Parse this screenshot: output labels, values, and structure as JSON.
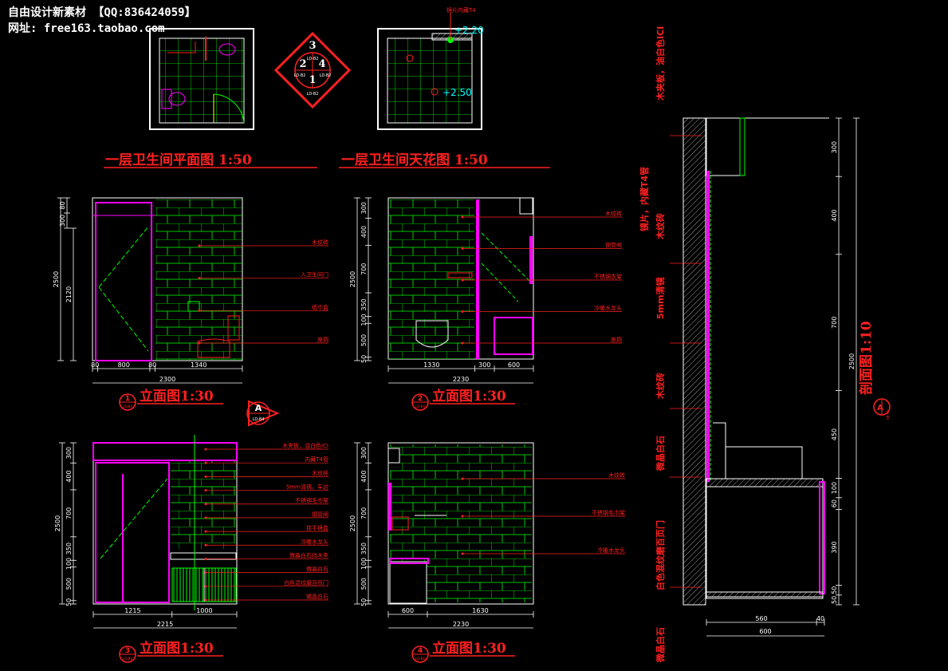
{
  "header": {
    "line1": "自由设计新素材   【QQ:836424059】",
    "line2": "网址: free163.taobao.com"
  },
  "plan": {
    "title": "一层卫生间平面图 1:50",
    "symbol": {
      "top": "3",
      "left": "2",
      "right": "4",
      "bottom": "1",
      "tag": "LD-B2"
    }
  },
  "ceiling": {
    "title": "一层卫生间天花图 1:50",
    "note": "镜片内藏T4",
    "level1": "+2.20",
    "level2": "+2.50"
  },
  "elev1": {
    "num": "1",
    "tag": "LD-B4",
    "title": "立面图1:30",
    "vdims": [
      "80",
      "300",
      "2500",
      "2120"
    ],
    "hdims": [
      "80",
      "800",
      "80",
      "1340"
    ],
    "total": "2300",
    "callouts": [
      "木纹砖",
      "入卫生间门",
      "纸巾盒",
      "座厕"
    ]
  },
  "elev2": {
    "num": "2",
    "tag": "LD-B4",
    "title": "立面图1:30",
    "vdims": [
      "300",
      "400",
      "2500",
      "700",
      "350",
      "100",
      "500",
      "50"
    ],
    "hdims": [
      "1330",
      "300",
      "600"
    ],
    "total": "2230",
    "callouts": [
      "木纹砖",
      "钢管阀",
      "不锈钢衣架",
      "冷暖水龙头",
      "座厕"
    ]
  },
  "elev3": {
    "num": "3",
    "tag": "LD-B4",
    "title": "立面图1:30",
    "section_mark": "A",
    "section_tag": "LD-B4",
    "vdims": [
      "300",
      "400",
      "2500",
      "700",
      "350",
      "100",
      "500",
      "50"
    ],
    "hdims": [
      "1215",
      "1000"
    ],
    "total": "2215",
    "callouts": [
      "木夹板，油白色ICI",
      "内藏T4管",
      "木纹砖",
      "5mm清镜，车边",
      "不锈钢毛巾架",
      "钢管阀",
      "挂手镜盒",
      "冷暖水龙头",
      "微晶白石挡水条",
      "微晶白石",
      "白色混纹磨百页门",
      "微晶白石"
    ]
  },
  "elev4": {
    "num": "4",
    "tag": "LD-B4",
    "title": "立面图1:30",
    "vdims": [
      "300",
      "400",
      "2500",
      "700",
      "350",
      "100",
      "500",
      "50"
    ],
    "hdims": [
      "600",
      "1630"
    ],
    "total": "2230",
    "callouts": [
      "木纹砖",
      "不锈钢毛巾架",
      "冷暖水龙头"
    ]
  },
  "section": {
    "mark": "A",
    "tag": "LD-B4",
    "title": "剖面图1:10",
    "vdims": [
      "300",
      "400",
      "700",
      "450",
      "100",
      "60",
      "390",
      "50",
      "50"
    ],
    "total": "2500",
    "hdims": [
      "560",
      "40"
    ],
    "htotal": "600",
    "vlabels": [
      "木夹板，油白色ICI",
      "镜片，内藏T4管",
      "木纹砖",
      "5mm清镜",
      "木纹砖",
      "微晶白石",
      "白色混纹磨百页门",
      "微晶白石"
    ]
  }
}
